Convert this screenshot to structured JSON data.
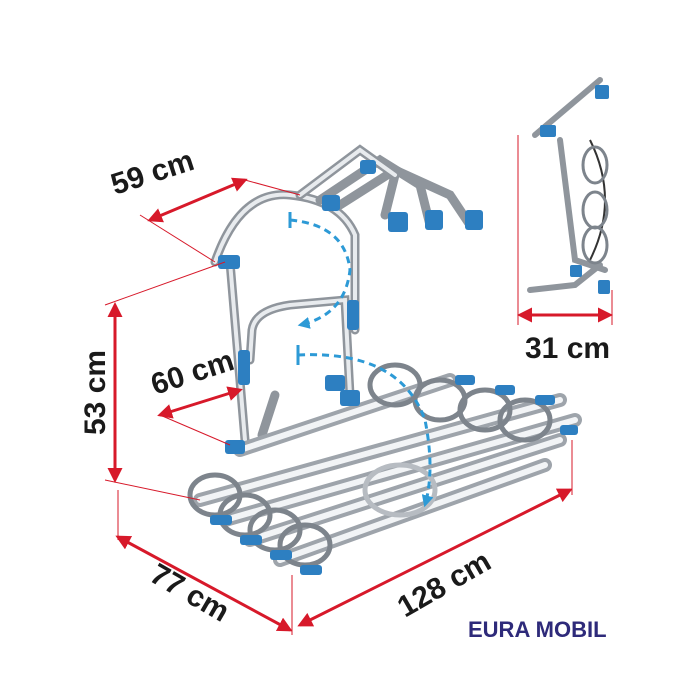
{
  "dimensions": {
    "upper_arm_depth": "59 cm",
    "lower_arm_depth": "60 cm",
    "height": "53 cm",
    "platform_depth": "77 cm",
    "platform_width": "128 cm",
    "folded_depth": "31 cm"
  },
  "brand_label": "EURA MOBIL",
  "colors": {
    "dimension_arrows": "#d7192a",
    "clamps": "#2d7fc1",
    "brand": "#2e2a7a",
    "fold_arrows": "#2d9ad6"
  }
}
